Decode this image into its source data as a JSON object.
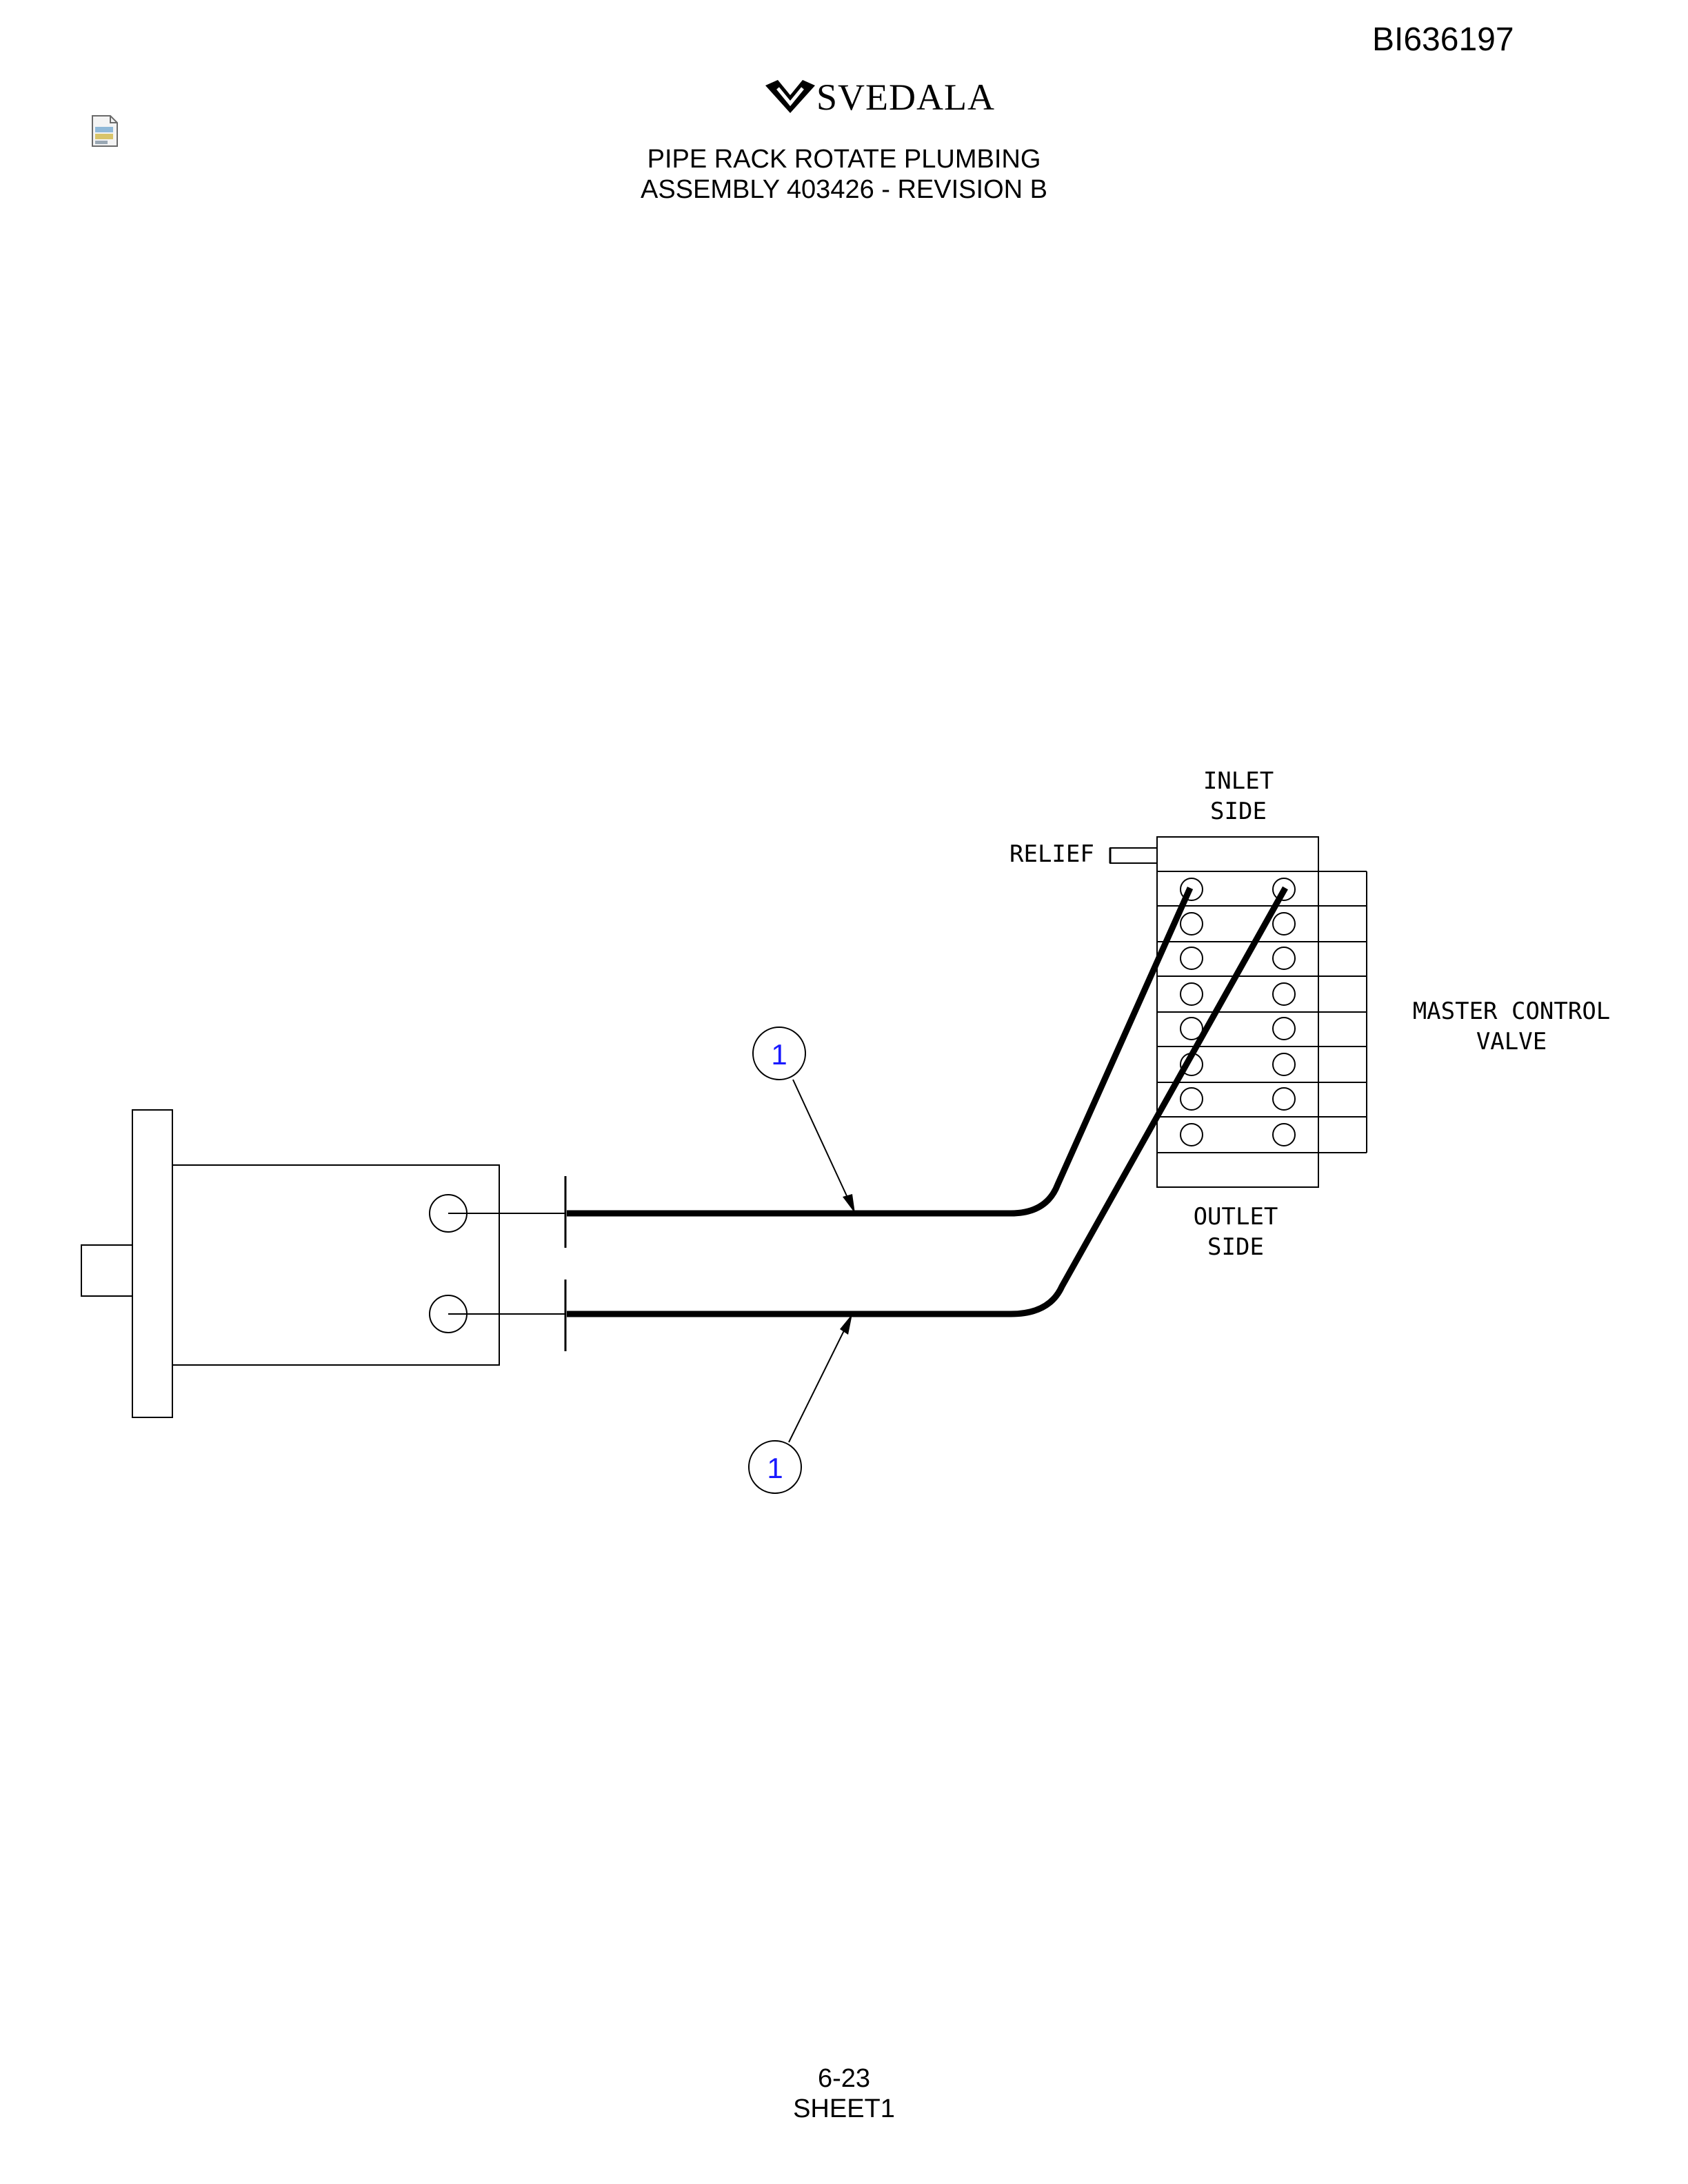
{
  "header": {
    "doc_id": "BI636197",
    "logo_text": "SVEDALA",
    "title_line1": "PIPE RACK ROTATE PLUMBING",
    "title_line2": "ASSEMBLY 403426 - REVISION B"
  },
  "diagram": {
    "labels": {
      "inlet_line1": "INLET",
      "inlet_line2": "SIDE",
      "relief": "RELIEF",
      "valve_line1": "MASTER CONTROL",
      "valve_line2": "VALVE",
      "outlet_line1": "OUTLET",
      "outlet_line2": "SIDE"
    },
    "callouts": [
      {
        "number": "1"
      },
      {
        "number": "1"
      }
    ]
  },
  "footer": {
    "page": "6-23",
    "sheet": "SHEET1"
  }
}
